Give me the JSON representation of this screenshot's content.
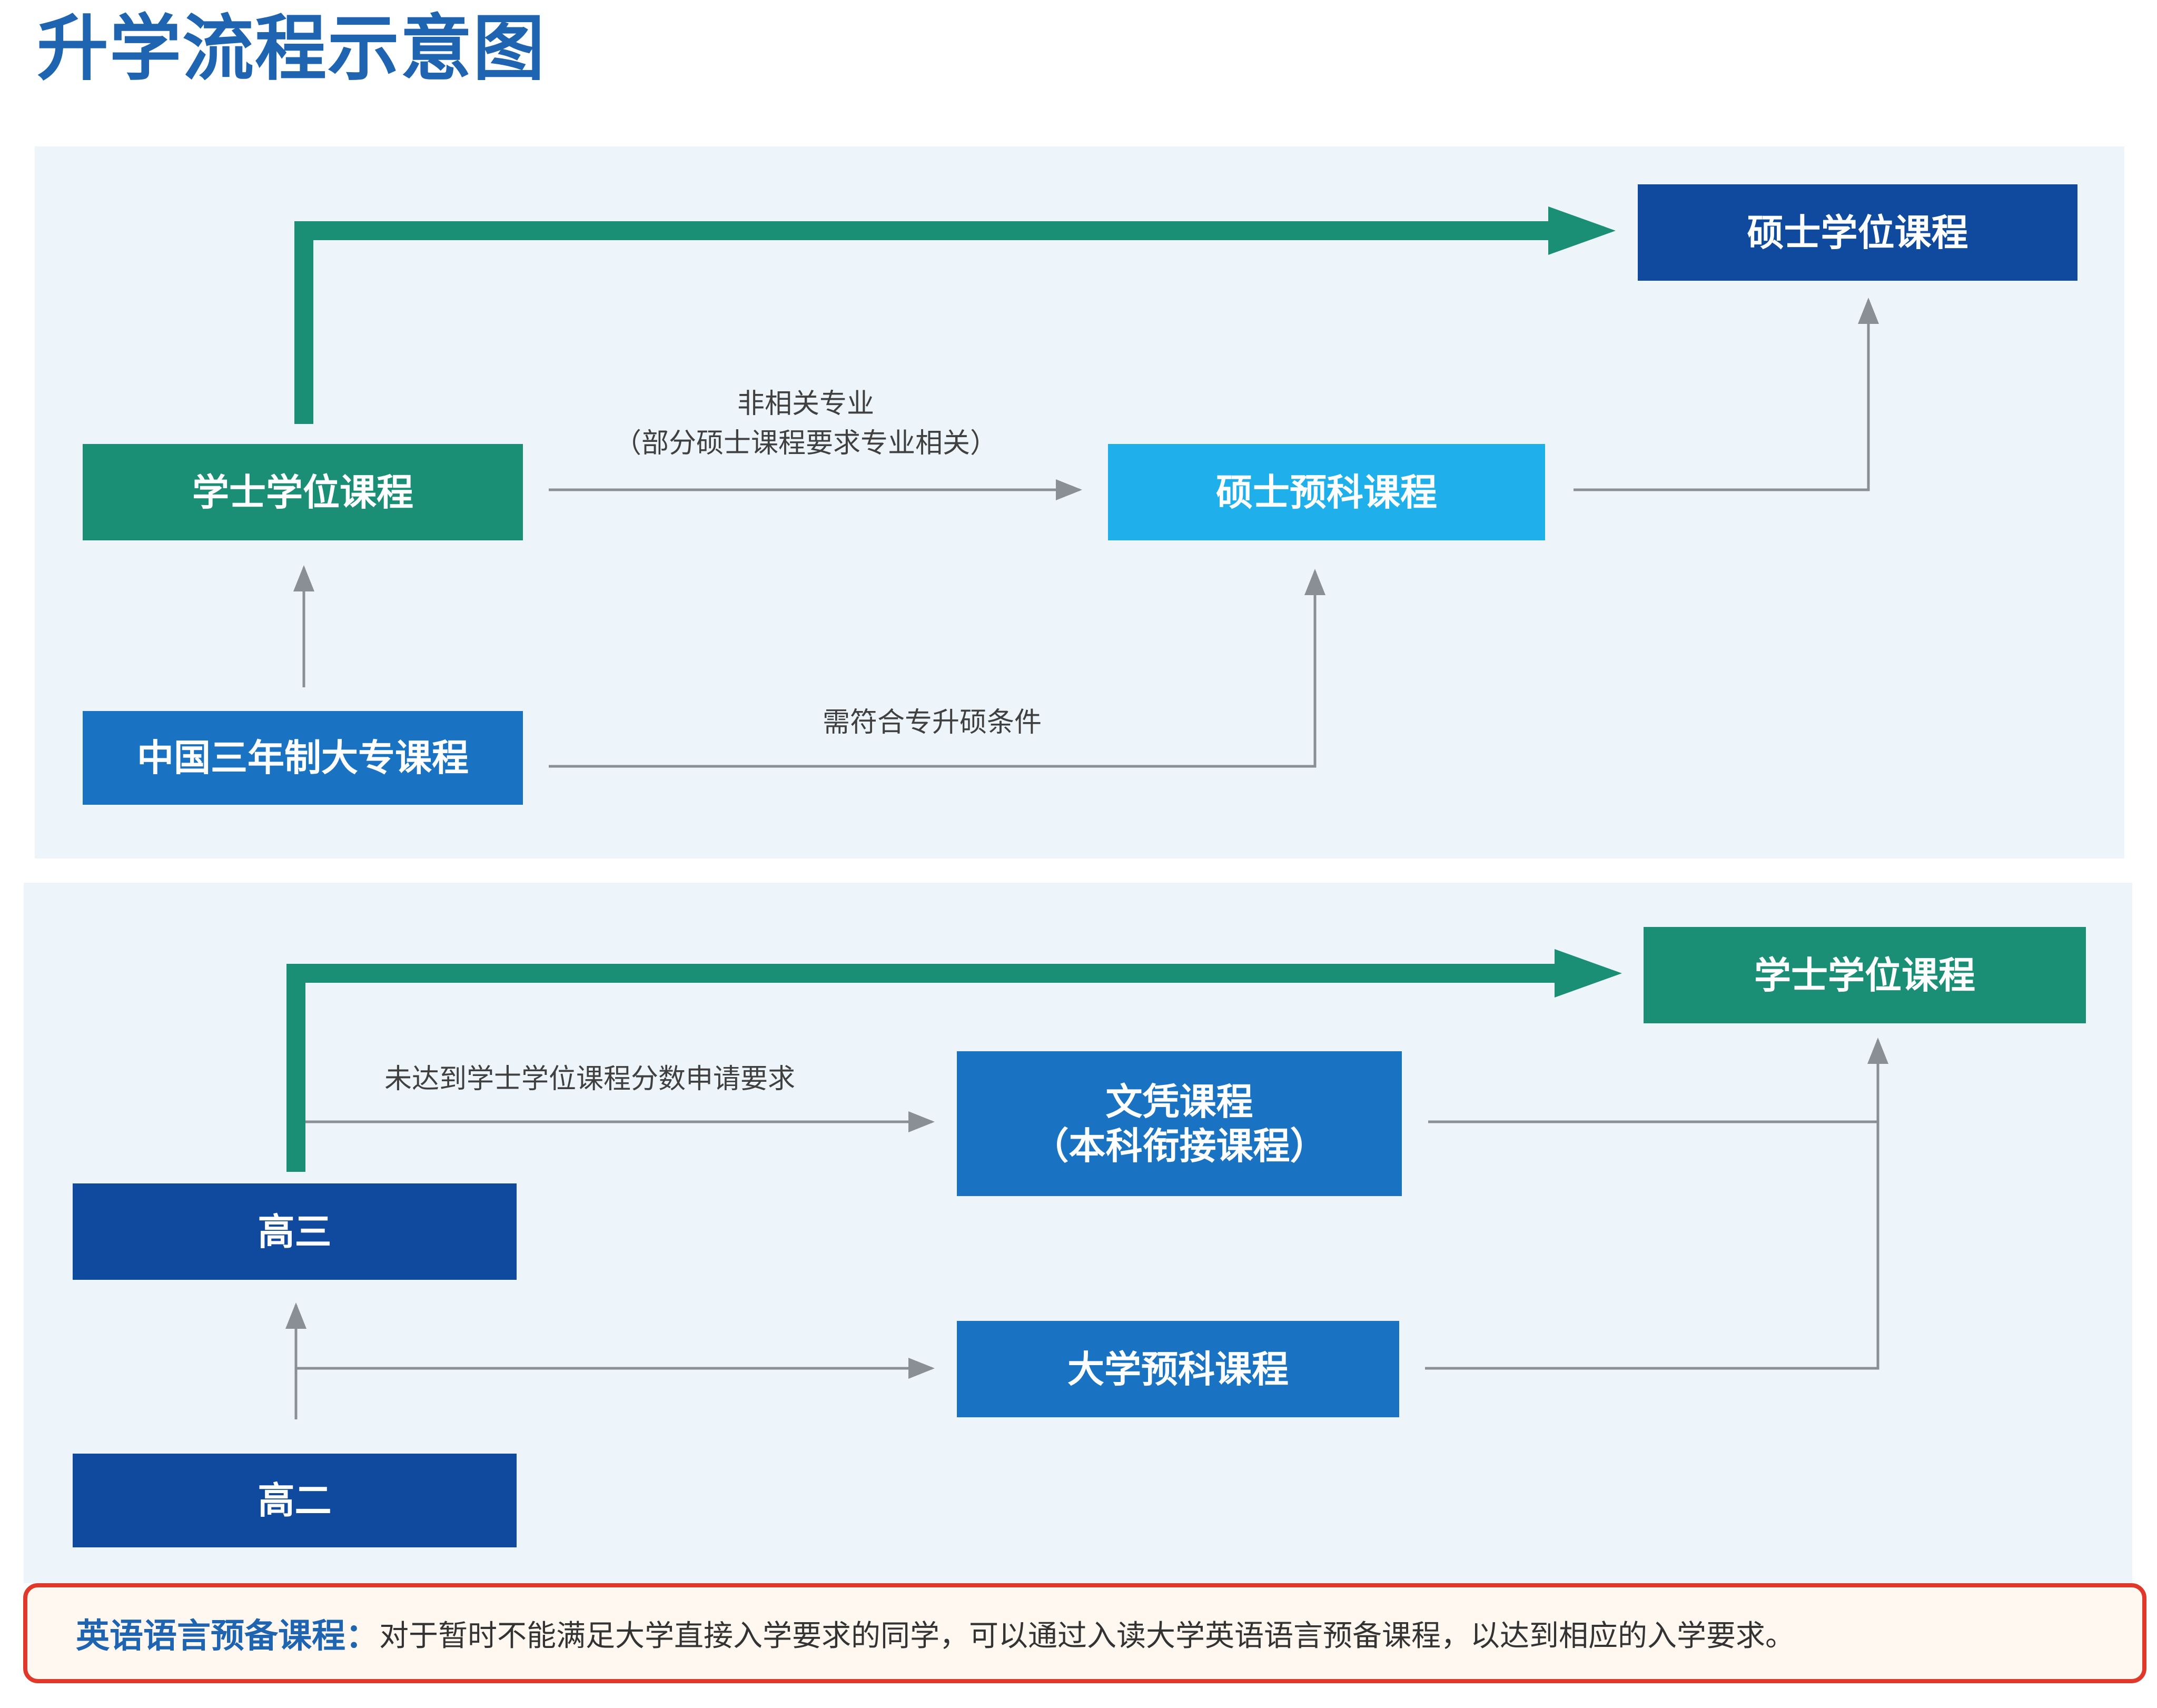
{
  "title": "升学流程示意图",
  "colors": {
    "green": "#1a8f76",
    "dark_blue": "#0f4a9e",
    "mid_blue": "#1a73c2",
    "light_blue": "#1fb0ec",
    "panel": "#eef5fa",
    "connector": "#8a8f96",
    "note_border": "#e0392b"
  },
  "top_flow": {
    "boxes": {
      "masters": "硕士学位课程",
      "bachelor": "学士学位课程",
      "pre_masters": "硕士预科课程",
      "diploma": "中国三年制大专课程"
    },
    "labels": {
      "non_related_1": "非相关专业",
      "non_related_2": "（部分硕士课程要求专业相关）",
      "condition": "需符合专升硕条件"
    }
  },
  "bottom_flow": {
    "boxes": {
      "bachelor": "学士学位课程",
      "diploma_line1": "文凭课程",
      "diploma_line2": "（本科衔接课程）",
      "grade12": "高三",
      "foundation": "大学预科课程",
      "grade11": "高二"
    },
    "labels": {
      "score_not_met": "未达到学士学位课程分数申请要求"
    }
  },
  "note": {
    "title": "英语语言预备课程：",
    "text": "对于暂时不能满足大学直接入学要求的同学，可以通过入读大学英语语言预备课程，以达到相应的入学要求。"
  }
}
